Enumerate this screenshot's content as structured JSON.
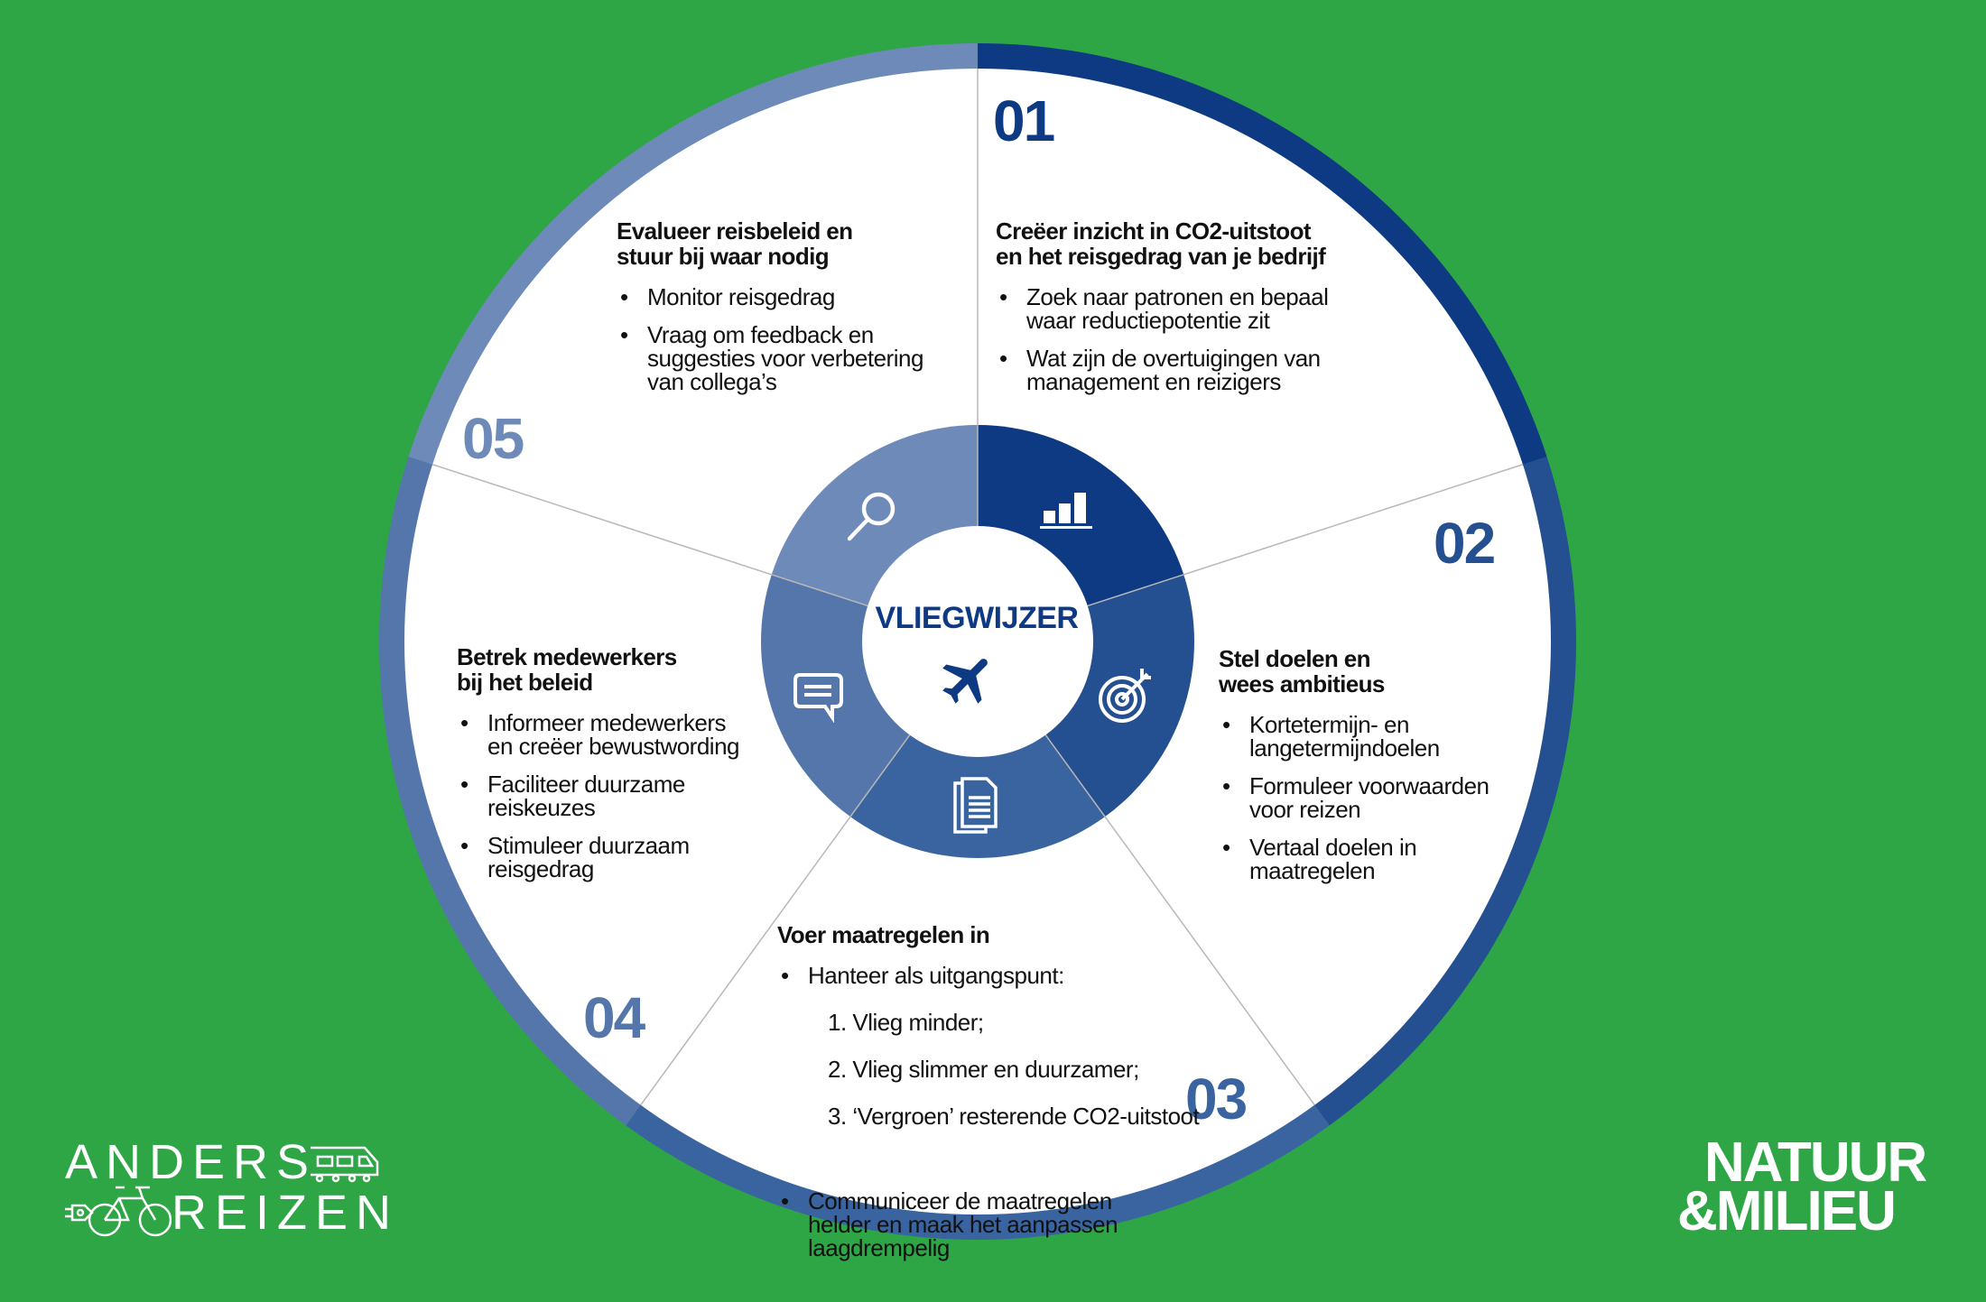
{
  "colors": {
    "background": "#2ea646",
    "segments": [
      "#0d3a82",
      "#244f91",
      "#3a64a0",
      "#5576ab",
      "#6e8ab8"
    ],
    "text": "#111111",
    "divider": "#b8b8b8"
  },
  "center": {
    "title": "VLIEGWIJZER",
    "icon": "airplane-icon"
  },
  "sections": [
    {
      "number": "01",
      "icon": "bar-chart-icon",
      "heading": "Creëer inzicht in CO2-uitstoot\nen het reisgedrag van je bedrijf",
      "bullets": [
        "Zoek naar patronen en bepaal\nwaar reductiepotentie zit",
        "Wat zijn de overtuigingen van\nmanagement en reizigers"
      ]
    },
    {
      "number": "02",
      "icon": "target-icon",
      "heading": "Stel doelen en\nwees ambitieus",
      "bullets": [
        "Kortetermijn- en\nlangetermijndoelen",
        "Formuleer voorwaarden\nvoor reizen",
        "Vertaal doelen in\nmaatregelen"
      ]
    },
    {
      "number": "03",
      "icon": "document-icon",
      "heading": "Voer maatregelen in",
      "bullets": [
        "Hanteer als uitgangspunt:",
        "Communiceer de maatregelen\nhelder en maak het aanpassen\nlaagdrempelig"
      ],
      "sub_items": [
        "1. Vlieg minder;",
        "2. Vlieg slimmer en duurzamer;",
        "3. ‘Vergroen’ resterende CO2-uitstoot"
      ]
    },
    {
      "number": "04",
      "icon": "chat-icon",
      "heading": "Betrek medewerkers\nbij het beleid",
      "bullets": [
        "Informeer medewerkers\nen creëer bewustwording",
        "Faciliteer duurzame\nreiskeuzes",
        "Stimuleer duurzaam\nreisgedrag"
      ]
    },
    {
      "number": "05",
      "icon": "magnifier-icon",
      "heading": "Evalueer reisbeleid en\nstuur bij waar nodig",
      "bullets": [
        "Monitor reisgedrag",
        "Vraag om feedback en\nsuggesties voor verbetering\nvan collega’s"
      ]
    }
  ],
  "bullet_char": "•",
  "logos": {
    "anders_reizen": {
      "line1": "ANDERS",
      "line2": "REIZEN"
    },
    "natuur_milieu": {
      "line1": "NATUUR",
      "line2": "&MILIEU"
    }
  }
}
